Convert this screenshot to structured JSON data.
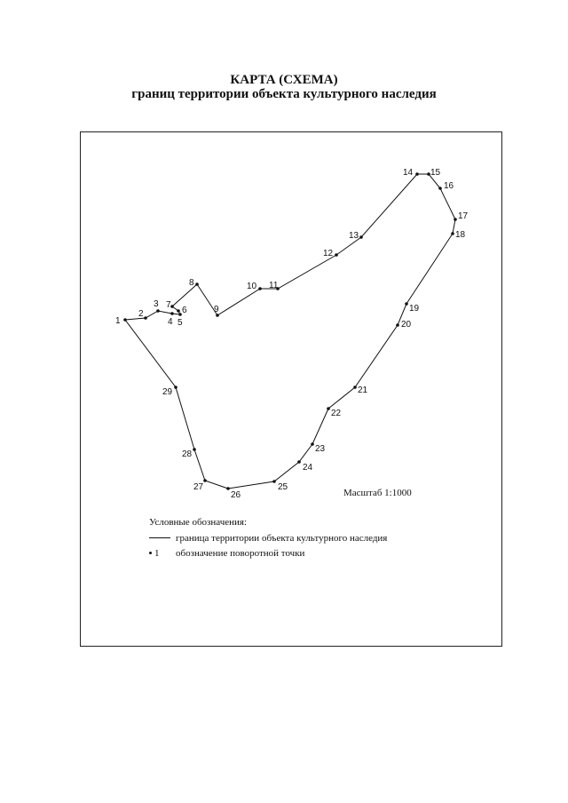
{
  "title": {
    "line1": "КАРТА (СХЕМА)",
    "line2": "границ территории объекта культурного наследия"
  },
  "scale_text": "Масштаб 1:1000",
  "legend": {
    "heading": "Условные обозначения:",
    "boundary_label": "граница территории объекта культурного наследия",
    "point_marker": "1",
    "point_label": "обозначение поворотной точки"
  },
  "boundary": {
    "color": "#111111",
    "points": [
      "1",
      "2",
      "3",
      "4",
      "5",
      "6",
      "7",
      "8",
      "9",
      "10",
      "11",
      "12",
      "13",
      "14",
      "15",
      "16",
      "17",
      "18",
      "19",
      "20",
      "21",
      "22",
      "23",
      "24",
      "25",
      "26",
      "27",
      "28",
      "29"
    ]
  }
}
